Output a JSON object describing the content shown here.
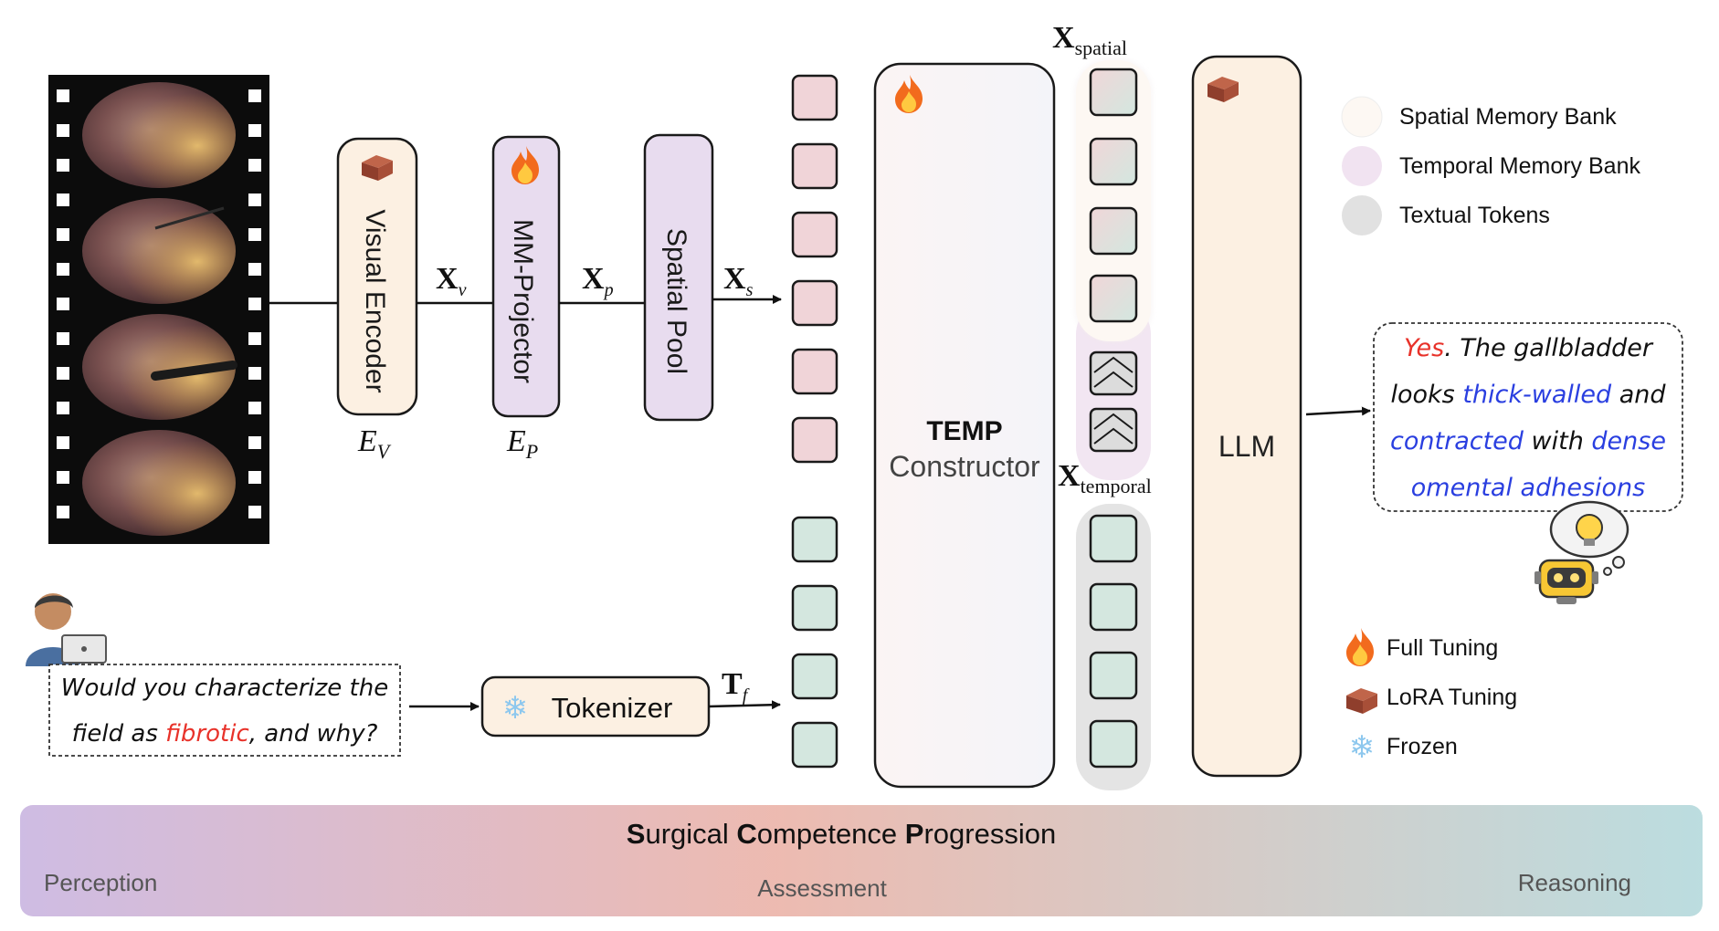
{
  "film": {
    "frame_count": 4
  },
  "modules": {
    "visual_encoder": {
      "label": "Visual Encoder",
      "symbol": "E",
      "sub": "V",
      "tuning": "lora"
    },
    "mm_projector": {
      "label": "MM-Projector",
      "symbol": "E",
      "sub": "P",
      "tuning": "full"
    },
    "spatial_pool": {
      "label": "Spatial Pool"
    },
    "tokenizer": {
      "label": "Tokenizer",
      "tuning": "frozen"
    },
    "temp_constructor": {
      "title": "TEMP",
      "subtitle": "Constructor",
      "tuning": "full"
    },
    "llm": {
      "label": "LLM",
      "tuning": "lora"
    }
  },
  "arrows": {
    "xv": {
      "main": "X",
      "sub": "v"
    },
    "xp": {
      "main": "X",
      "sub": "p"
    },
    "xs": {
      "main": "X",
      "sub": "s"
    },
    "tf": {
      "main": "T",
      "sub": "f"
    },
    "x_spatial": {
      "main": "X",
      "sub": "spatial"
    },
    "x_temporal": {
      "main": "X",
      "sub": "temporal"
    }
  },
  "question": {
    "line1": "Would you characterize the",
    "line2_before": "field as ",
    "line2_highlight": "fibrotic",
    "line2_after": ", and why?"
  },
  "answer": {
    "line1_highlight": "Yes",
    "line1_rest": ". The gallbladder",
    "line2_a": "looks ",
    "line2_b": "thick-walled",
    "line2_c": " and",
    "line3_a": "contracted",
    "line3_b": " with ",
    "line3_c": "dense",
    "line4": "omental adhesions"
  },
  "legend_memory": [
    {
      "label": "Spatial Memory Bank",
      "color": "#fdf8f3"
    },
    {
      "label": "Temporal Memory Bank",
      "color": "#f1e3f1"
    },
    {
      "label": "Textual Tokens",
      "color": "#e1e1e1"
    }
  ],
  "legend_tuning": [
    {
      "label": "Full Tuning",
      "icon": "fire-icon"
    },
    {
      "label": "LoRA Tuning",
      "icon": "brick-icon"
    },
    {
      "label": "Frozen",
      "icon": "snowflake-icon"
    }
  ],
  "progression": {
    "title_parts": [
      {
        "text": "S",
        "bold": true
      },
      {
        "text": "urgical ",
        "bold": false
      },
      {
        "text": "C",
        "bold": true
      },
      {
        "text": "ompetence ",
        "bold": false
      },
      {
        "text": "P",
        "bold": true
      },
      {
        "text": "rogression",
        "bold": false
      }
    ],
    "left": "Perception",
    "center": "Assessment",
    "right": "Reasoning"
  },
  "colors": {
    "pink_token": "#f0d4d8",
    "green_token": "#d4e7df",
    "encoder_fill": "#fcf0e2",
    "projector_fill": "#e8dcef",
    "red_text": "#e8322a",
    "blue_text": "#2a3fe0"
  }
}
